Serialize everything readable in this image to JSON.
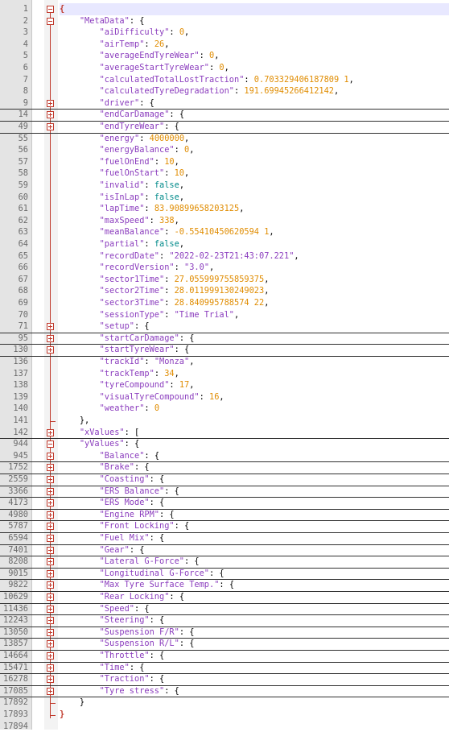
{
  "editor": {
    "lines": [
      {
        "num": "1",
        "indent": 0,
        "text": "{",
        "fold": "open",
        "current": true
      },
      {
        "num": "2",
        "indent": 1,
        "text": "\"MetaData\": {",
        "fold": "open"
      },
      {
        "num": "3",
        "indent": 2,
        "text": "\"aiDifficulty\": 0,"
      },
      {
        "num": "4",
        "indent": 2,
        "text": "\"airTemp\": 26,"
      },
      {
        "num": "5",
        "indent": 2,
        "text": "\"averageEndTyreWear\": 0,"
      },
      {
        "num": "6",
        "indent": 2,
        "text": "\"averageStartTyreWear\": 0,"
      },
      {
        "num": "7",
        "indent": 2,
        "text": "\"calculatedTotalLostTraction\": 0.703329406187809 1,"
      },
      {
        "num": "8",
        "indent": 2,
        "text": "\"calculatedTyreDegradation\": 191.69945266412142,"
      },
      {
        "num": "9",
        "indent": 2,
        "text": "\"driver\": {",
        "fold": "closed",
        "sep": true
      },
      {
        "num": "14",
        "indent": 2,
        "text": "\"endCarDamage\": {",
        "fold": "closed",
        "sep": true
      },
      {
        "num": "49",
        "indent": 2,
        "text": "\"endTyreWear\": {",
        "fold": "closed",
        "sep": true
      },
      {
        "num": "55",
        "indent": 2,
        "text": "\"energy\": 4000000,"
      },
      {
        "num": "56",
        "indent": 2,
        "text": "\"energyBalance\": 0,"
      },
      {
        "num": "57",
        "indent": 2,
        "text": "\"fuelOnEnd\": 10,"
      },
      {
        "num": "58",
        "indent": 2,
        "text": "\"fuelOnStart\": 10,"
      },
      {
        "num": "59",
        "indent": 2,
        "text": "\"invalid\": false,"
      },
      {
        "num": "60",
        "indent": 2,
        "text": "\"isInLap\": false,"
      },
      {
        "num": "61",
        "indent": 2,
        "text": "\"lapTime\": 83.90899658203125,"
      },
      {
        "num": "62",
        "indent": 2,
        "text": "\"maxSpeed\": 338,"
      },
      {
        "num": "63",
        "indent": 2,
        "text": "\"meanBalance\": -0.55410450620594 1,"
      },
      {
        "num": "64",
        "indent": 2,
        "text": "\"partial\": false,"
      },
      {
        "num": "65",
        "indent": 2,
        "text": "\"recordDate\": \"2022-02-23T21:43:07.221\","
      },
      {
        "num": "66",
        "indent": 2,
        "text": "\"recordVersion\": \"3.0\","
      },
      {
        "num": "67",
        "indent": 2,
        "text": "\"sector1Time\": 27.055999755859375,"
      },
      {
        "num": "68",
        "indent": 2,
        "text": "\"sector2Time\": 28.011999130249023,"
      },
      {
        "num": "69",
        "indent": 2,
        "text": "\"sector3Time\": 28.840995788574 22,"
      },
      {
        "num": "70",
        "indent": 2,
        "text": "\"sessionType\": \"Time Trial\","
      },
      {
        "num": "71",
        "indent": 2,
        "text": "\"setup\": {",
        "fold": "closed",
        "sep": true
      },
      {
        "num": "95",
        "indent": 2,
        "text": "\"startCarDamage\": {",
        "fold": "closed",
        "sep": true
      },
      {
        "num": "130",
        "indent": 2,
        "text": "\"startTyreWear\": {",
        "fold": "closed",
        "sep": true
      },
      {
        "num": "136",
        "indent": 2,
        "text": "\"trackId\": \"Monza\","
      },
      {
        "num": "137",
        "indent": 2,
        "text": "\"trackTemp\": 34,"
      },
      {
        "num": "138",
        "indent": 2,
        "text": "\"tyreCompound\": 17,"
      },
      {
        "num": "139",
        "indent": 2,
        "text": "\"visualTyreCompound\": 16,"
      },
      {
        "num": "140",
        "indent": 2,
        "text": "\"weather\": 0"
      },
      {
        "num": "141",
        "indent": 1,
        "text": "},",
        "fold": "end"
      },
      {
        "num": "142",
        "indent": 1,
        "text": "\"xValues\": [",
        "fold": "closed",
        "sep": true
      },
      {
        "num": "944",
        "indent": 1,
        "text": "\"yValues\": {",
        "fold": "open"
      },
      {
        "num": "945",
        "indent": 2,
        "text": "\"Balance\": {",
        "fold": "closed",
        "sep": true
      },
      {
        "num": "1752",
        "indent": 2,
        "text": "\"Brake\": {",
        "fold": "closed",
        "sep": true
      },
      {
        "num": "2559",
        "indent": 2,
        "text": "\"Coasting\": {",
        "fold": "closed",
        "sep": true
      },
      {
        "num": "3366",
        "indent": 2,
        "text": "\"ERS Balance\": {",
        "fold": "closed",
        "sep": true
      },
      {
        "num": "4173",
        "indent": 2,
        "text": "\"ERS Mode\": {",
        "fold": "closed",
        "sep": true
      },
      {
        "num": "4980",
        "indent": 2,
        "text": "\"Engine RPM\": {",
        "fold": "closed",
        "sep": true
      },
      {
        "num": "5787",
        "indent": 2,
        "text": "\"Front Locking\": {",
        "fold": "closed",
        "sep": true
      },
      {
        "num": "6594",
        "indent": 2,
        "text": "\"Fuel Mix\": {",
        "fold": "closed",
        "sep": true
      },
      {
        "num": "7401",
        "indent": 2,
        "text": "\"Gear\": {",
        "fold": "closed",
        "sep": true
      },
      {
        "num": "8208",
        "indent": 2,
        "text": "\"Lateral G-Force\": {",
        "fold": "closed",
        "sep": true
      },
      {
        "num": "9015",
        "indent": 2,
        "text": "\"Longitudinal G-Force\": {",
        "fold": "closed",
        "sep": true
      },
      {
        "num": "9822",
        "indent": 2,
        "text": "\"Max Tyre Surface Temp.\": {",
        "fold": "closed",
        "sep": true
      },
      {
        "num": "10629",
        "indent": 2,
        "text": "\"Rear Locking\": {",
        "fold": "closed",
        "sep": true
      },
      {
        "num": "11436",
        "indent": 2,
        "text": "\"Speed\": {",
        "fold": "closed",
        "sep": true
      },
      {
        "num": "12243",
        "indent": 2,
        "text": "\"Steering\": {",
        "fold": "closed",
        "sep": true
      },
      {
        "num": "13050",
        "indent": 2,
        "text": "\"Suspension F/R\": {",
        "fold": "closed",
        "sep": true
      },
      {
        "num": "13857",
        "indent": 2,
        "text": "\"Suspension R/L\": {",
        "fold": "closed",
        "sep": true
      },
      {
        "num": "14664",
        "indent": 2,
        "text": "\"Throttle\": {",
        "fold": "closed",
        "sep": true
      },
      {
        "num": "15471",
        "indent": 2,
        "text": "\"Time\": {",
        "fold": "closed",
        "sep": true
      },
      {
        "num": "16278",
        "indent": 2,
        "text": "\"Traction\": {",
        "fold": "closed",
        "sep": true
      },
      {
        "num": "17085",
        "indent": 2,
        "text": "\"Tyre stress\": {",
        "fold": "closed",
        "sep": true
      },
      {
        "num": "17892",
        "indent": 1,
        "text": "}",
        "fold": "end"
      },
      {
        "num": "17893",
        "indent": 0,
        "text": "}",
        "fold": "end"
      },
      {
        "num": "17894",
        "indent": 0,
        "text": ""
      }
    ],
    "colors": {
      "string": "#8b3dbe",
      "number": "#e08c00",
      "keyword": "#008a8a",
      "fold_marker": "#c0392b",
      "current_line": "#e8e8ff"
    },
    "icons": {
      "fold_open": "minus-box-icon",
      "fold_closed": "plus-box-icon",
      "fold_end": "fold-end-icon"
    }
  }
}
